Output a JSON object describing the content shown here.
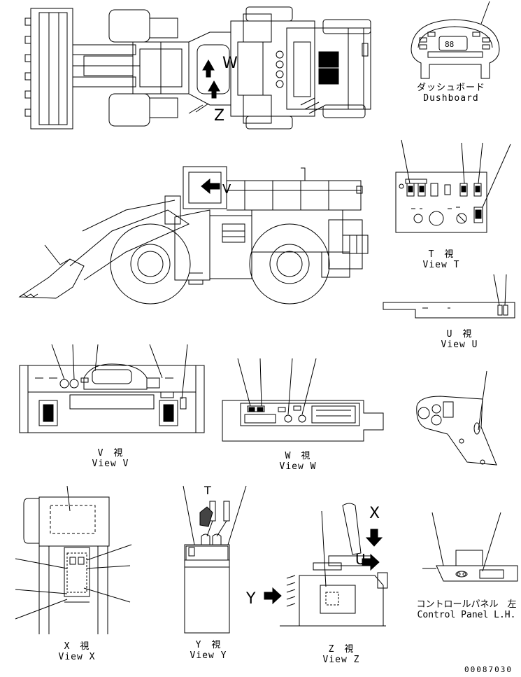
{
  "captions": {
    "dashboard_jp": "ダッシュボード",
    "dashboard_en": "Dushboard",
    "view_t_jp": "T　視",
    "view_t_en": "View T",
    "view_u_jp": "U　視",
    "view_u_en": "View U",
    "view_v_jp": "V　視",
    "view_v_en": "View V",
    "view_w_jp": "W　視",
    "view_w_en": "View W",
    "view_x_jp": "X　視",
    "view_x_en": "View X",
    "view_y_jp": "Y　視",
    "view_y_en": "View Y",
    "view_z_jp": "Z　視",
    "view_z_en": "View Z",
    "control_panel_jp": "コントロールパネル　左",
    "control_panel_en": "Control Panel L.H."
  },
  "view_letters": {
    "w": "W",
    "z": "Z",
    "v": "V",
    "t": "T",
    "x": "X",
    "y": "Y",
    "u": "U"
  },
  "dashboard_display": "88",
  "drawing_number": "00087030"
}
